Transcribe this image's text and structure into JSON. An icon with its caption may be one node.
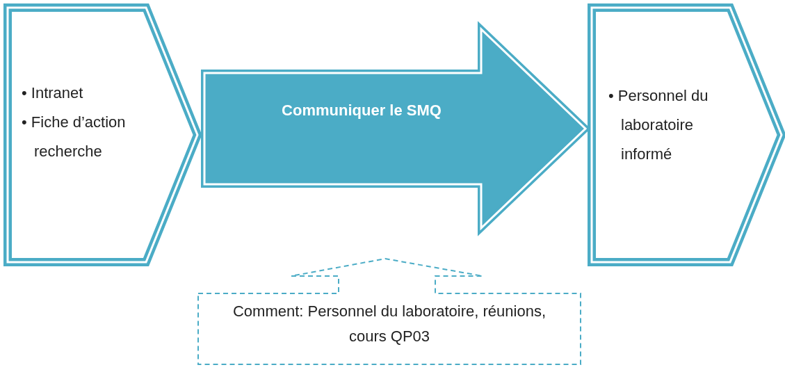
{
  "diagram": {
    "nodes": [
      {
        "text": [
          "• Intranet",
          "• Fiche d’action recherche"
        ]
      },
      {
        "text": [
          "• Personnel du laboratoire informé"
        ]
      },
      {
        "text": [
          "Comment: Personnel du laboratoire, réunions, cours QP03"
        ]
      }
    ],
    "edges": [
      {
        "from": 0,
        "to": 1,
        "arrow": "to",
        "label": "Communiquer le SMQ",
        "style": "thick"
      }
    ]
  }
}
